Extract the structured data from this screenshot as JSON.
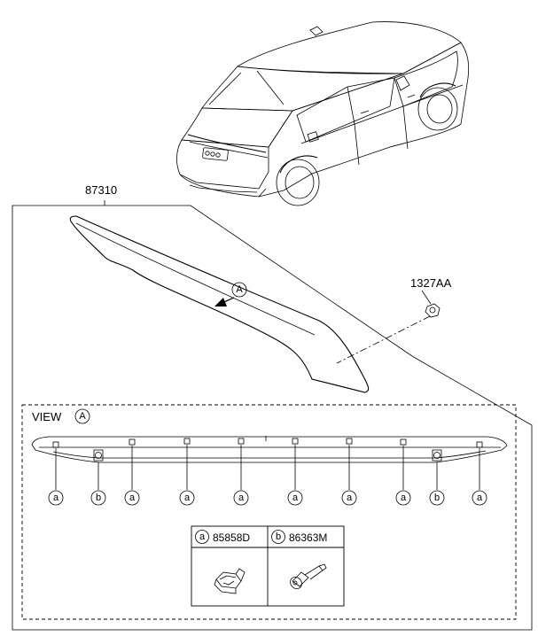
{
  "parts": {
    "main_part_number": "87310",
    "nut_part_number": "1327AA",
    "view_marker": "A"
  },
  "view": {
    "title": "VIEW",
    "marker": "A"
  },
  "clip_sequence": [
    "a",
    "b",
    "a",
    "a",
    "a",
    "a",
    "a",
    "a",
    "b",
    "a"
  ],
  "legend": [
    {
      "letter": "a",
      "part": "85858D",
      "icon": "retainer-clip-icon"
    },
    {
      "letter": "b",
      "part": "86363M",
      "icon": "push-pin-icon"
    }
  ]
}
